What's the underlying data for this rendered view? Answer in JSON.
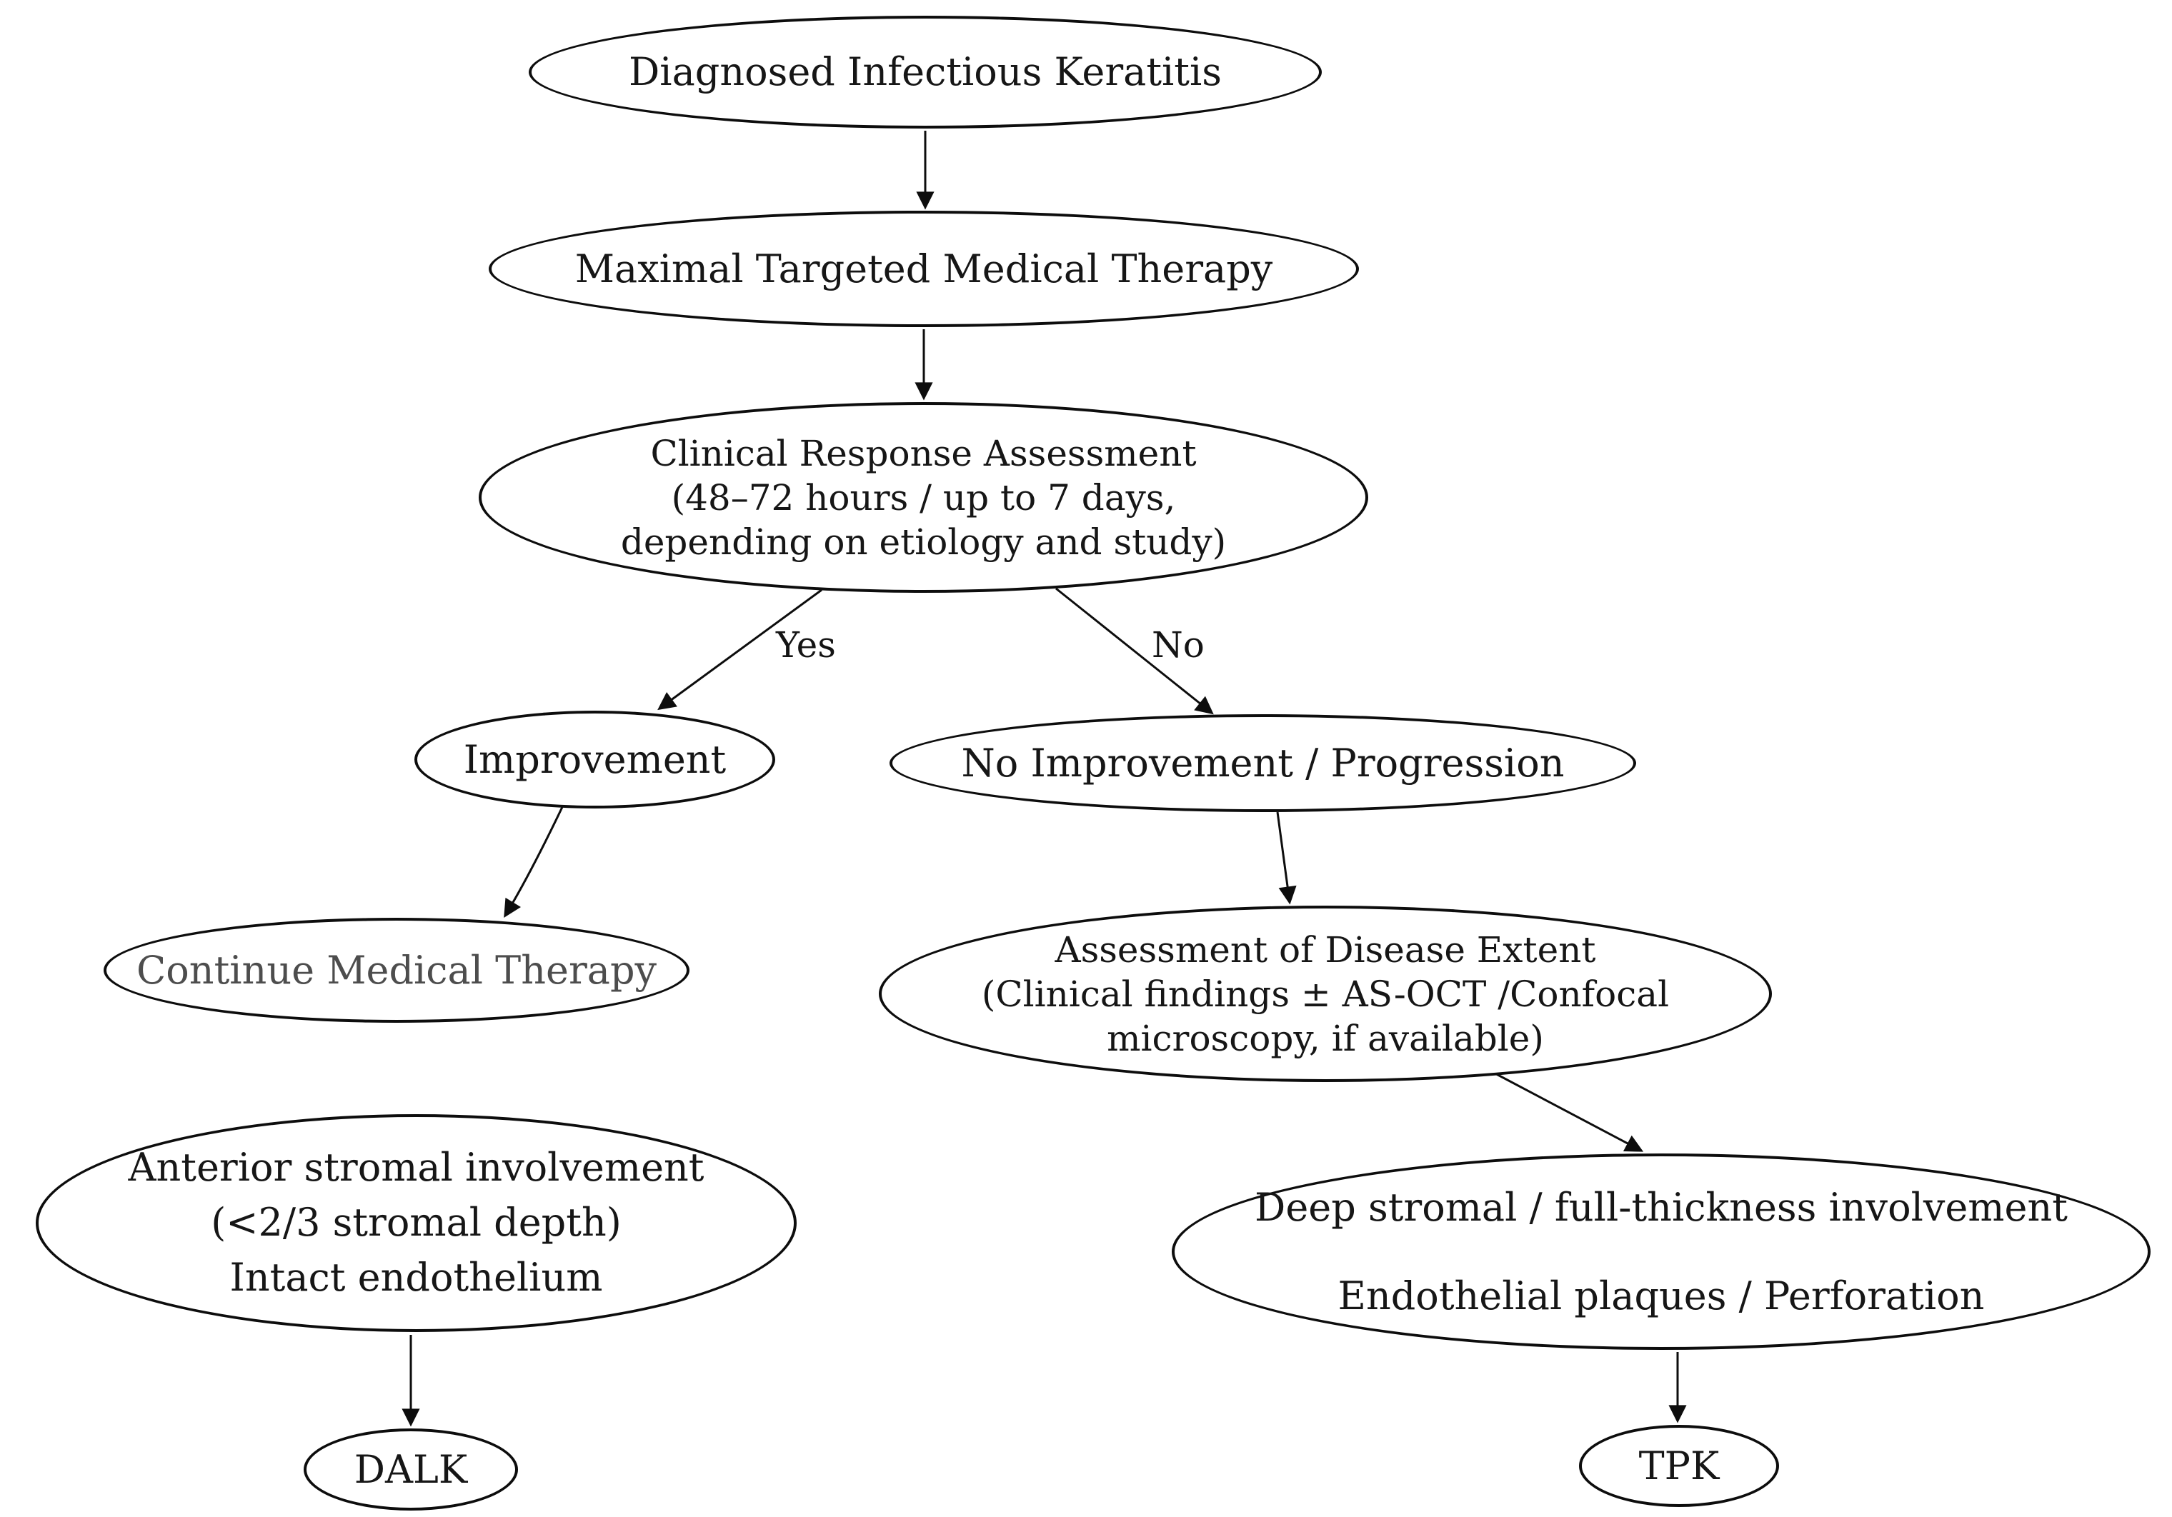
{
  "diagram": {
    "title": "Infectious keratitis management flowchart",
    "background_color": "#ffffff",
    "stroke_color": "#0d0d0d",
    "text_color": "#161616",
    "muted_text_color": "#4d4d4d",
    "nodes": [
      {
        "id": "diagnosed",
        "lines": [
          "Diagnosed Infectious Keratitis"
        ]
      },
      {
        "id": "maximal",
        "lines": [
          "Maximal Targeted Medical Therapy"
        ]
      },
      {
        "id": "clinical",
        "lines": [
          "Clinical Response Assessment",
          "(48–72 hours / up to 7 days,",
          "depending on etiology and study)"
        ]
      },
      {
        "id": "improvement",
        "lines": [
          "Improvement"
        ]
      },
      {
        "id": "no-improvement",
        "lines": [
          "No Improvement / Progression"
        ]
      },
      {
        "id": "continue",
        "lines": [
          "Continue Medical Therapy"
        ]
      },
      {
        "id": "assessment",
        "lines": [
          "Assessment of Disease Extent",
          "(Clinical findings ± AS-OCT /Confocal",
          "microscopy, if available)"
        ]
      },
      {
        "id": "anterior",
        "lines": [
          "Anterior stromal involvement",
          "(<2/3 stromal depth)",
          "Intact endothelium"
        ]
      },
      {
        "id": "deep",
        "lines": [
          "Deep stromal / full-thickness involvement",
          "Endothelial plaques / Perforation"
        ]
      },
      {
        "id": "dalk",
        "lines": [
          "DALK"
        ]
      },
      {
        "id": "tpk",
        "lines": [
          "TPK"
        ]
      }
    ],
    "edge_labels": {
      "yes": "Yes",
      "no": "No"
    },
    "edges": [
      {
        "from": "diagnosed",
        "to": "maximal"
      },
      {
        "from": "maximal",
        "to": "clinical"
      },
      {
        "from": "clinical",
        "to": "improvement",
        "label": "Yes"
      },
      {
        "from": "clinical",
        "to": "no-improvement",
        "label": "No"
      },
      {
        "from": "improvement",
        "to": "continue"
      },
      {
        "from": "no-improvement",
        "to": "assessment"
      },
      {
        "from": "assessment",
        "to": "deep"
      },
      {
        "from": "anterior",
        "to": "dalk"
      },
      {
        "from": "deep",
        "to": "tpk"
      }
    ]
  }
}
